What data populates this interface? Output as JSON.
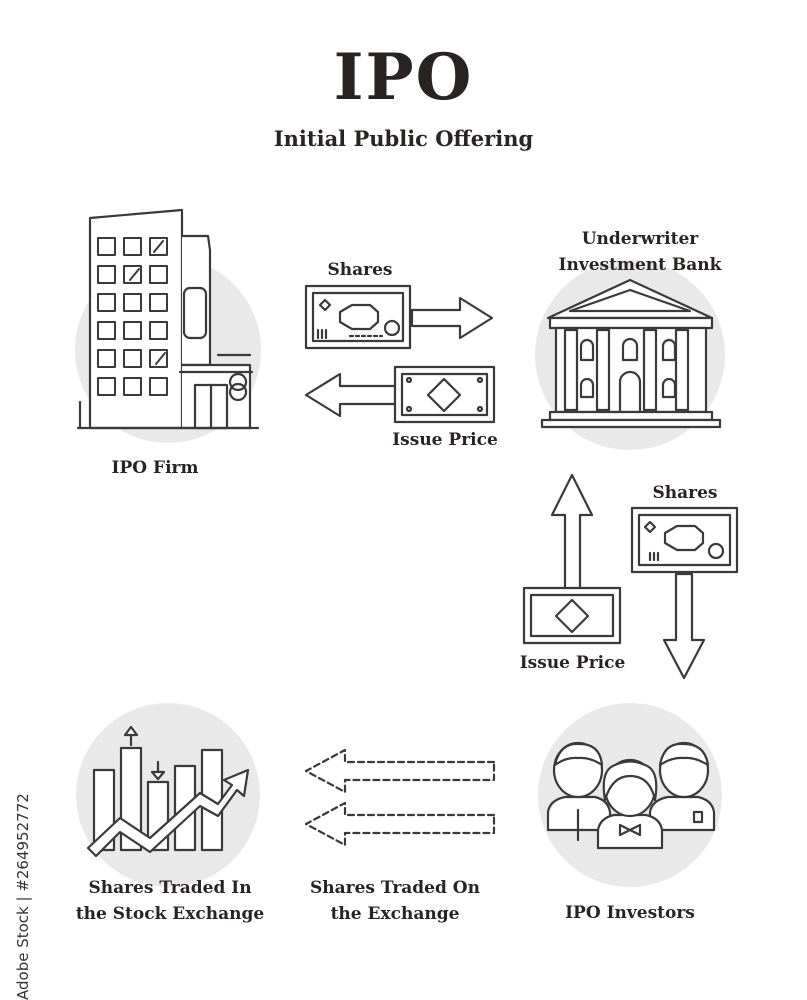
{
  "title": "IPO",
  "subtitle": "Initial Public Offering",
  "nodes": {
    "ipo_firm": "IPO Firm",
    "underwriter": [
      "Underwriter",
      "Investment Bank"
    ],
    "ipo_investors": "IPO Investors",
    "stock_exchange": [
      "Shares Traded In",
      "the Stock Exchange"
    ]
  },
  "flows": {
    "shares_top": "Shares",
    "issue_price_top": "Issue Price",
    "shares_right": "Shares",
    "issue_price_right": "Issue Price",
    "traded_on_exchange": [
      "Shares Traded On",
      "the Exchange"
    ]
  },
  "watermark": "Adobe Stock | #264952772",
  "colors": {
    "line": "#3a3a3a",
    "circle": "#e9e9e9",
    "text": "#2a2323"
  }
}
